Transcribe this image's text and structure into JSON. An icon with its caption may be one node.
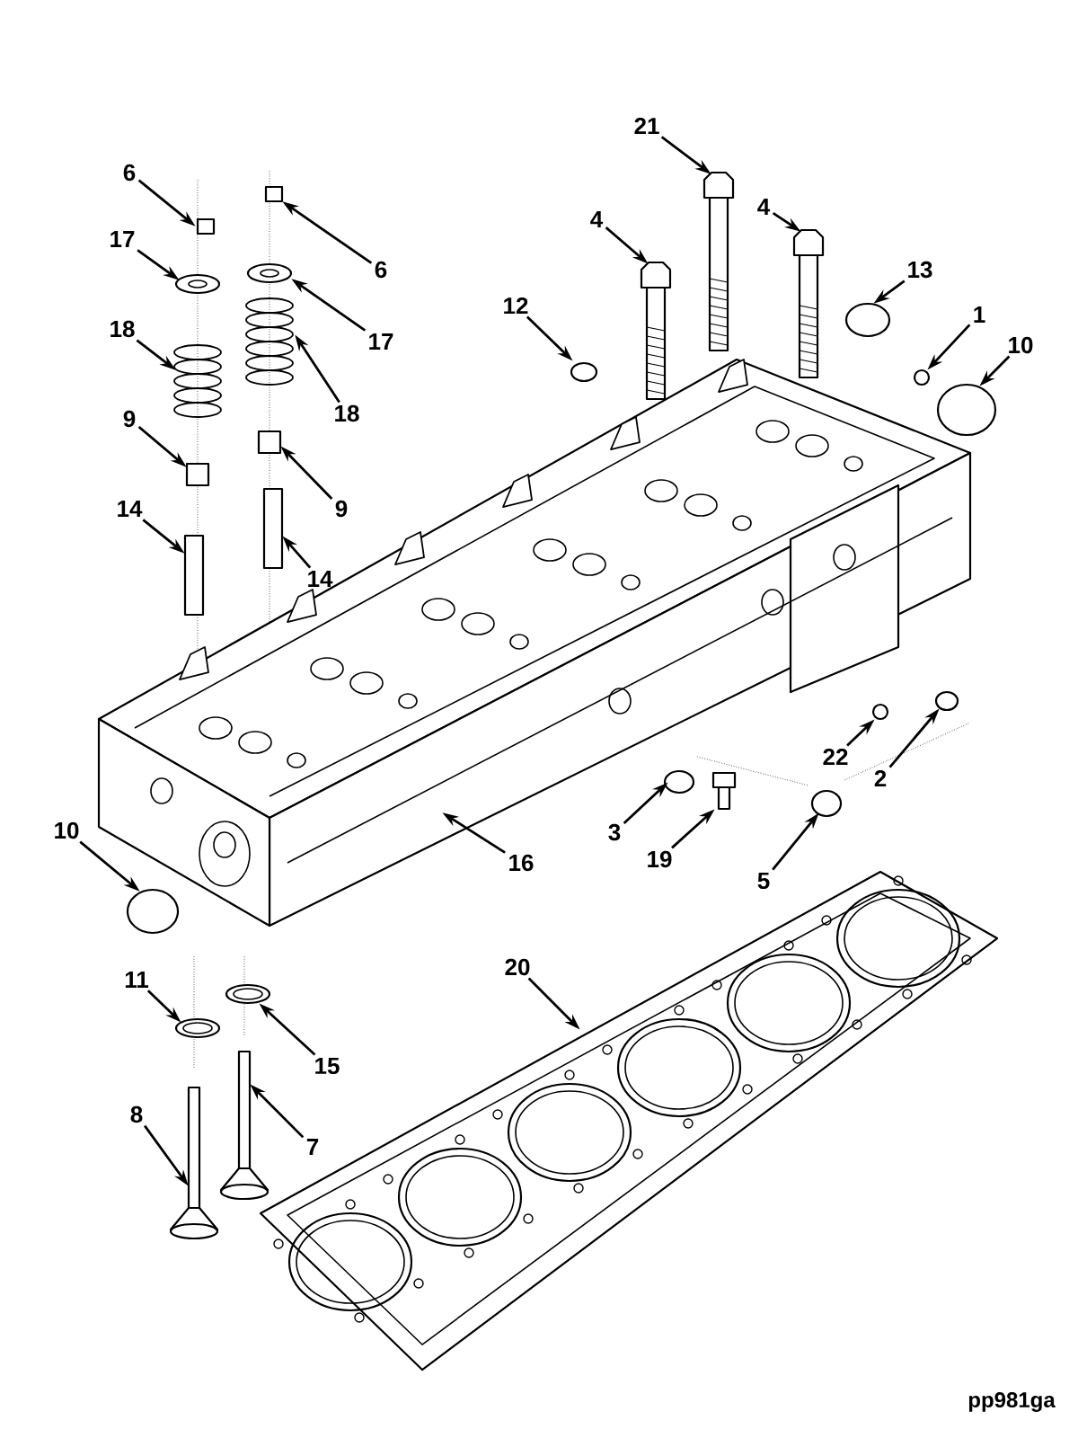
{
  "diagram": {
    "nodes": [
      {
        "text": [
          "6"
        ]
      },
      {
        "text": [
          "17"
        ]
      },
      {
        "text": [
          "18"
        ]
      },
      {
        "text": [
          "9"
        ]
      },
      {
        "text": [
          "14"
        ]
      },
      {
        "text": [
          "6"
        ]
      },
      {
        "text": [
          "17"
        ]
      },
      {
        "text": [
          "18"
        ]
      },
      {
        "text": [
          "9"
        ]
      },
      {
        "text": [
          "14"
        ]
      },
      {
        "text": [
          "21"
        ]
      },
      {
        "text": [
          "4"
        ]
      },
      {
        "text": [
          "4"
        ]
      },
      {
        "text": [
          "12"
        ]
      },
      {
        "text": [
          "13"
        ]
      },
      {
        "text": [
          "1"
        ]
      },
      {
        "text": [
          "10"
        ]
      },
      {
        "text": [
          "10"
        ]
      },
      {
        "text": [
          "16"
        ]
      },
      {
        "text": [
          "3"
        ]
      },
      {
        "text": [
          "19"
        ]
      },
      {
        "text": [
          "22"
        ]
      },
      {
        "text": [
          "2"
        ]
      },
      {
        "text": [
          "5"
        ]
      },
      {
        "text": [
          "11"
        ]
      },
      {
        "text": [
          "15"
        ]
      },
      {
        "text": [
          "20"
        ]
      },
      {
        "text": [
          "8"
        ]
      },
      {
        "text": [
          "7"
        ]
      },
      {
        "text": [],
        "shape": "box"
      },
      {
        "text": [],
        "shape": "picture"
      },
      {
        "text": [],
        "shape": "picture"
      },
      {
        "text": [],
        "shape": "box"
      },
      {
        "text": [],
        "shape": "box"
      },
      {
        "text": [],
        "shape": "box"
      },
      {
        "text": [],
        "shape": "picture"
      },
      {
        "text": [],
        "shape": "picture"
      },
      {
        "text": [],
        "shape": "box"
      },
      {
        "text": [],
        "shape": "box"
      },
      {
        "text": [],
        "shape": "picture"
      },
      {
        "text": [],
        "shape": "picture"
      },
      {
        "text": [],
        "shape": "picture"
      },
      {
        "text": [],
        "shape": "circle"
      },
      {
        "text": [],
        "shape": "circle"
      },
      {
        "text": [],
        "shape": "circle"
      },
      {
        "text": [],
        "shape": "circle"
      },
      {
        "text": [],
        "shape": "circle"
      },
      {
        "text": [],
        "shape": "picture"
      },
      {
        "text": [],
        "shape": "circle"
      },
      {
        "text": [],
        "shape": "picture"
      },
      {
        "text": [],
        "shape": "circle"
      },
      {
        "text": [],
        "shape": "circle"
      },
      {
        "text": [],
        "shape": "circle"
      },
      {
        "text": [],
        "shape": "picture"
      },
      {
        "text": [],
        "shape": "picture"
      },
      {
        "text": [],
        "shape": "picture"
      },
      {
        "text": [],
        "shape": "picture"
      },
      {
        "text": [],
        "shape": "picture"
      }
    ],
    "edges": [
      {
        "from": 0,
        "to": 29,
        "arrow": "to"
      },
      {
        "from": 1,
        "to": 30,
        "arrow": "to"
      },
      {
        "from": 2,
        "to": 31,
        "arrow": "to"
      },
      {
        "from": 3,
        "to": 32,
        "arrow": "to"
      },
      {
        "from": 4,
        "to": 33,
        "arrow": "to"
      },
      {
        "from": 5,
        "to": 34,
        "arrow": "to"
      },
      {
        "from": 6,
        "to": 35,
        "arrow": "to"
      },
      {
        "from": 7,
        "to": 36,
        "arrow": "to"
      },
      {
        "from": 8,
        "to": 37,
        "arrow": "to"
      },
      {
        "from": 9,
        "to": 38,
        "arrow": "to"
      },
      {
        "from": 10,
        "to": 39,
        "arrow": "to"
      },
      {
        "from": 11,
        "to": 40,
        "arrow": "to"
      },
      {
        "from": 12,
        "to": 41,
        "arrow": "to"
      },
      {
        "from": 13,
        "to": 42,
        "arrow": "to"
      },
      {
        "from": 14,
        "to": 43,
        "arrow": "to"
      },
      {
        "from": 15,
        "to": 44,
        "arrow": "to"
      },
      {
        "from": 16,
        "to": 45,
        "arrow": "to"
      },
      {
        "from": 17,
        "to": 46,
        "arrow": "to"
      },
      {
        "from": 18,
        "to": 47,
        "arrow": "to"
      },
      {
        "from": 19,
        "to": 48,
        "arrow": "to"
      },
      {
        "from": 20,
        "to": 49,
        "arrow": "to"
      },
      {
        "from": 21,
        "to": 50,
        "arrow": "to"
      },
      {
        "from": 22,
        "to": 51,
        "arrow": "to"
      },
      {
        "from": 23,
        "to": 52,
        "arrow": "to"
      },
      {
        "from": 24,
        "to": 53,
        "arrow": "to"
      },
      {
        "from": 25,
        "to": 54,
        "arrow": "to"
      },
      {
        "from": 26,
        "to": 55,
        "arrow": "to"
      },
      {
        "from": 27,
        "to": 56,
        "arrow": "to"
      },
      {
        "from": 28,
        "to": 57,
        "arrow": "to"
      }
    ],
    "labels": [
      "pp981ga"
    ]
  }
}
